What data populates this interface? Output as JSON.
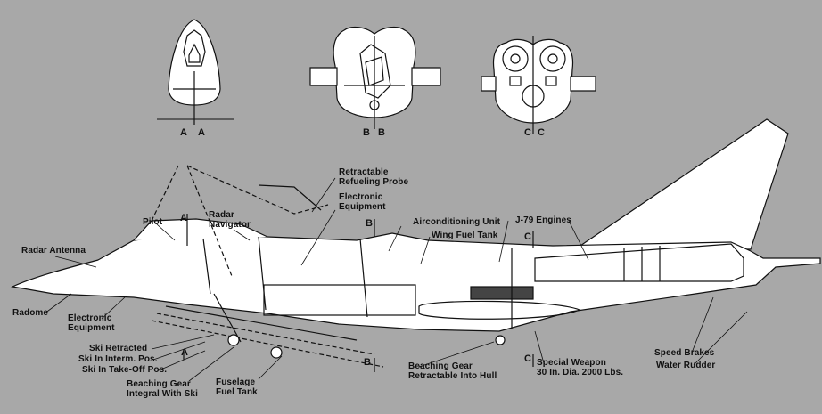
{
  "section_marks": {
    "a_left": "A",
    "a_right": "A",
    "b_left": "B",
    "b_right": "B",
    "c_left": "C",
    "c_right": "C",
    "a_side_top": "A",
    "a_side_bottom": "A",
    "b_side_top": "B",
    "b_side_bottom": "B",
    "c_side_top": "C",
    "c_side_bottom": "C"
  },
  "labels": {
    "refueling_probe": "Retractable\nRefueling Probe",
    "electronic_equipment_top": "Electronic\nEquipment",
    "radar_navigator": "Radar\nNavigator",
    "pilot": "Pilot",
    "radar_antenna": "Radar Antenna",
    "airconditioning_unit": "Airconditioning Unit",
    "wing_fuel_tank": "Wing Fuel Tank",
    "j79_engines": "J-79 Engines",
    "radome": "Radome",
    "electronic_equipment_nose": "Electronic\nEquipment",
    "ski_retracted": "Ski Retracted",
    "ski_interm": "Ski In Interm. Pos.",
    "ski_takeoff": "Ski In Take-Off Pos.",
    "beaching_gear_ski": "Beaching Gear\nIntegral With Ski",
    "fuselage_fuel_tank": "Fuselage\nFuel Tank",
    "beaching_gear_hull": "Beaching Gear\nRetractable Into Hull",
    "special_weapon": "Special Weapon\n30 In. Dia. 2000 Lbs.",
    "speed_brakes": "Speed Brakes",
    "water_rudder": "Water Rudder"
  }
}
